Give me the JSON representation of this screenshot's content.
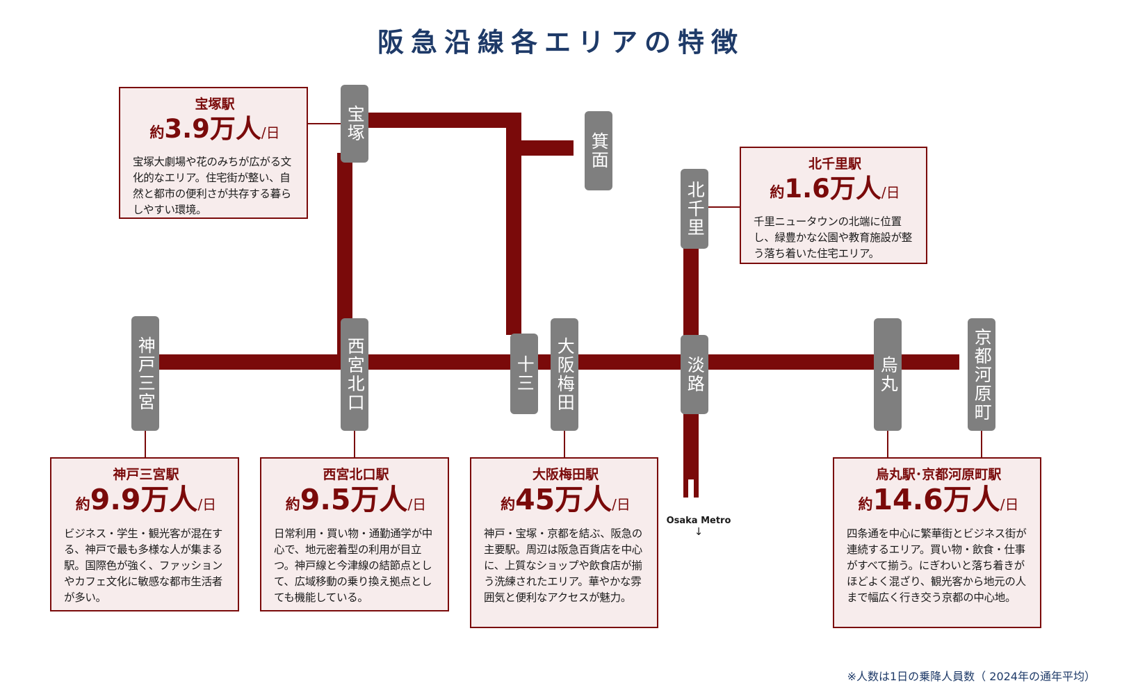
{
  "title": "阪急沿線各エリアの特徴",
  "stations": {
    "takarazuka": "宝塚",
    "minoo": "箕面",
    "kitasenri": "北千里",
    "kobe_sannomiya": "神戸三宮",
    "nishinomiya_kitaguchi": "西宮北口",
    "juso": "十三",
    "osaka_umeda": "大阪梅田",
    "awaji": "淡路",
    "karasuma": "烏丸",
    "kyoto_kawaramachi": "京都河原町"
  },
  "metro": {
    "label": "Osaka Metro",
    "arrow": "↓"
  },
  "boxes": {
    "takarazuka": {
      "name": "宝塚駅",
      "prefix": "約",
      "number": "3.9万人",
      "suffix": "/日",
      "desc": "宝塚大劇場や花のみちが広がる文化的なエリア。住宅街が整い、自然と都市の便利さが共存する暮らしやすい環境。"
    },
    "kitasenri": {
      "name": "北千里駅",
      "prefix": "約",
      "number": "1.6万人",
      "suffix": "/日",
      "desc": "千里ニュータウンの北端に位置し、緑豊かな公園や教育施設が整う落ち着いた住宅エリア。"
    },
    "kobe_sannomiya": {
      "name": "神戸三宮駅",
      "prefix": "約",
      "number": "9.9万人",
      "suffix": "/日",
      "desc": "ビジネス・学生・観光客が混在する、神戸で最も多様な人が集まる駅。国際色が強く、ファッションやカフェ文化に敏感な都市生活者が多い。"
    },
    "nishinomiya_kitaguchi": {
      "name": "西宮北口駅",
      "prefix": "約",
      "number": "9.5万人",
      "suffix": "/日",
      "desc": "日常利用・買い物・通勤通学が中心で、地元密着型の利用が目立つ。神戸線と今津線の結節点として、広域移動の乗り換え拠点としても機能している。"
    },
    "osaka_umeda": {
      "name": "大阪梅田駅",
      "prefix": "約",
      "number": "45万人",
      "suffix": "/日",
      "desc": "神戸・宝塚・京都を結ぶ、阪急の主要駅。周辺は阪急百貨店を中心に、上質なショップや飲食店が揃う洗練されたエリア。華やかな雰囲気と便利なアクセスが魅力。"
    },
    "karasuma_kawaramachi": {
      "name": "烏丸駅･京都河原町駅",
      "prefix": "約",
      "number": "14.6万人",
      "suffix": "/日",
      "desc": "四条通を中心に繁華街とビジネス街が連続するエリア。買い物・飲食・仕事がすべて揃う。にぎわいと落ち着きがほどよく混ざり、観光客から地元の人まで幅広く行き交う京都の中心地。"
    }
  },
  "footnote": "※人数は1日の乗降人員数（ 2024年の通年平均）"
}
